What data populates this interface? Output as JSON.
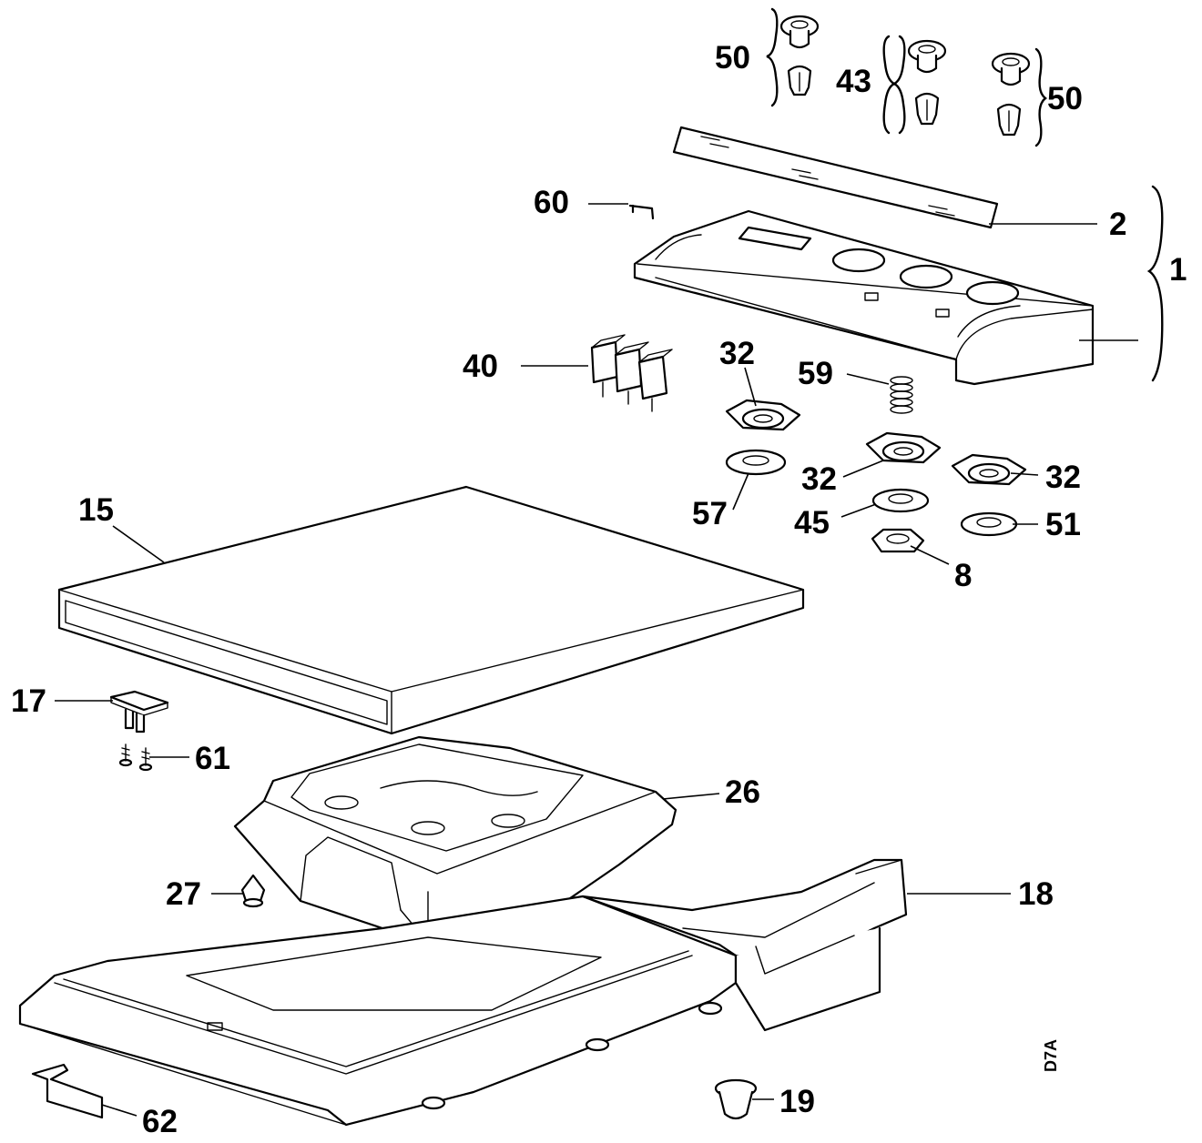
{
  "diagram": {
    "drawing_code": "D7A",
    "callouts": {
      "c1": "1",
      "c2": "2",
      "c8": "8",
      "c15": "15",
      "c17": "17",
      "c18": "18",
      "c19": "19",
      "c26": "26",
      "c27": "27",
      "c32a": "32",
      "c32b": "32",
      "c32c": "32",
      "c40": "40",
      "c43": "43",
      "c45": "45",
      "c50a": "50",
      "c50b": "50",
      "c51": "51",
      "c57": "57",
      "c59": "59",
      "c60": "60",
      "c61": "61",
      "c62": "62"
    }
  }
}
